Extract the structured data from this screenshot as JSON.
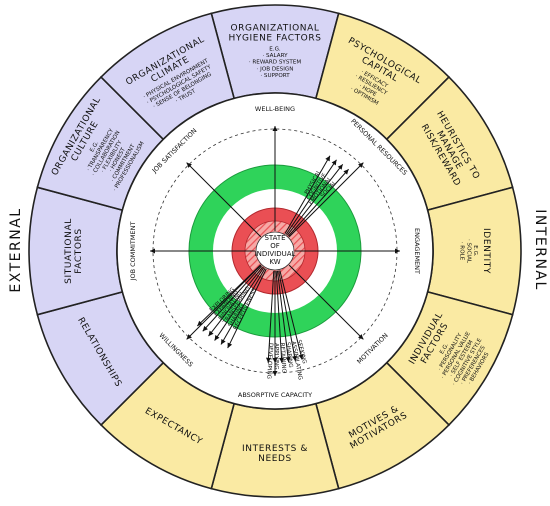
{
  "side_labels": {
    "left": "EXTERNAL",
    "right": "INTERNAL"
  },
  "center": {
    "line1": "STATE",
    "line2": "OF",
    "line3": "INDIVIDUAL",
    "line4": "KW"
  },
  "colors": {
    "external": "#d7d5f5",
    "internal": "#faeaa3",
    "ring_green": "#2fd35a",
    "ring_white": "#ffffff",
    "core_red": "#ea4f54",
    "core_pink": "#f6a9a6",
    "stroke": "#222222"
  },
  "outer_segments": [
    {
      "title": "ORGANIZATIONAL HYGIENE FACTORS",
      "side": "external",
      "items": [
        "E.G.",
        "· SALARY",
        "· REWARD SYSTEM",
        "· JOB DESIGN",
        "· SUPPORT"
      ]
    },
    {
      "title": "PSYCHOLOGICAL CAPITAL",
      "side": "internal",
      "items": [
        "· EFFICACY",
        "· RESILIENCY",
        "· HOPE",
        "· OPTIMISM"
      ]
    },
    {
      "title": "HEURISTICS TO MANAGE RISK/REWARD",
      "side": "internal",
      "items": []
    },
    {
      "title": "IDENTITY",
      "side": "internal",
      "items": [
        "E.G.",
        "· SOCIAL",
        "· ROLE"
      ]
    },
    {
      "title": "INDIVIDUAL FACTORS",
      "side": "internal",
      "items": [
        "E.G.",
        "· PERSONALITY",
        "· PERSONAL VALUE",
        "· SELF ESTEEM",
        "· COGNITIVE STYLE",
        "· PREFERENCES",
        "· BEHAVIORS"
      ]
    },
    {
      "title": "MOTIVES & MOTIVATORS",
      "side": "internal",
      "items": []
    },
    {
      "title": "INTERESTS & NEEDS",
      "side": "internal",
      "items": []
    },
    {
      "title": "EXPECTANCY",
      "side": "internal",
      "items": []
    },
    {
      "title": "RELATIONSHIPS",
      "side": "external",
      "items": []
    },
    {
      "title": "SITUATIONAL FACTORS",
      "side": "external",
      "items": []
    },
    {
      "title": "ORGANIZATIONAL CULTURE",
      "side": "external",
      "items": [
        "E.G.",
        "· TRANSPARENCY",
        "· COLLABORATION",
        "· FLEXIBILITY",
        "· HONEST",
        "· COMMITMENT",
        "· PROFESSIONALISM"
      ]
    },
    {
      "title": "ORGANIZATIONAL CLIMATE",
      "side": "external",
      "items": [
        "· PHYSICAL ENVIRONMENT",
        "· PSYCHOLOGICAL SAFETY",
        "· SENSE OF BELONGING",
        "· TRUST"
      ]
    }
  ],
  "inner_labels": [
    "JOB SATISFACTION",
    "WELL-BEING",
    "PERSONAL RESOURCES",
    "ENGAGEMENT",
    "MOTIVATION",
    "ABSORPTIVE CAPACITY",
    "WILLINGNESS",
    "JOB COMMITMENT"
  ],
  "resource_items": [
    "PHYSICAL",
    "COGNITIVE",
    "EMOTIONAL",
    "SOCIAL"
  ],
  "absorptive_items": [
    "SEEKING",
    "ASSIMILATING",
    "SHARING",
    "RETAINING",
    "APPLYING",
    "DEVELOPING"
  ],
  "willingness_items": [
    "RECEPTIVENESS",
    "SHARING",
    "TRANSFERRING",
    "INNOVATING",
    "EXPANDING",
    "EXPLORING"
  ]
}
